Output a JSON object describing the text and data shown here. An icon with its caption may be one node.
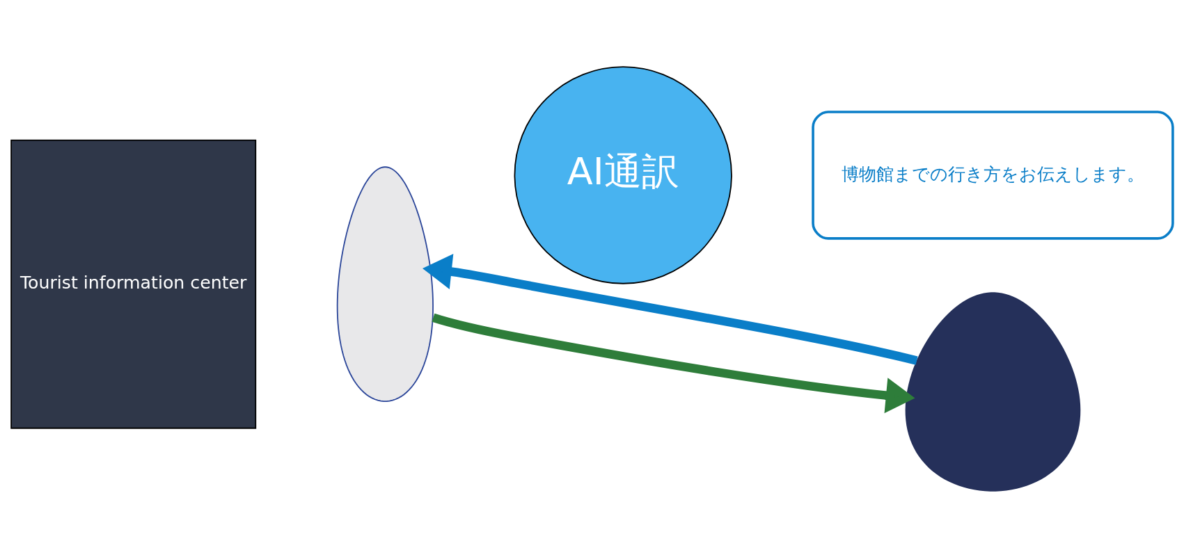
{
  "diagram": {
    "nodes": [
      {
        "text": [
          "Tourist information center"
        ]
      },
      {
        "text": [],
        "shape": "person"
      },
      {
        "text": [
          "AI通訳"
        ]
      },
      {
        "text": [
          "博物館までの行き方をお伝えします。"
        ]
      },
      {
        "text": [],
        "shape": "person"
      }
    ],
    "edges": [
      {
        "from": 1,
        "to": 4,
        "arrow": "to",
        "color": "#2e7d3a"
      },
      {
        "from": 4,
        "to": 1,
        "arrow": "to",
        "color": "#0a7ec8"
      }
    ]
  }
}
